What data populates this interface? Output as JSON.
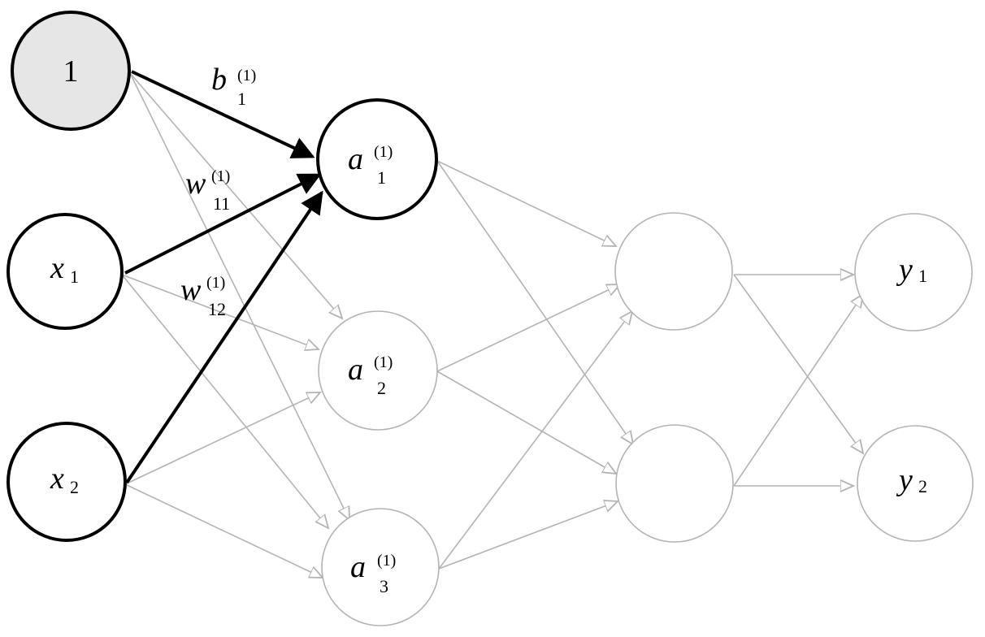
{
  "nodes": {
    "bias": {
      "label": "1"
    },
    "x1": {
      "label": "x",
      "sub": "1"
    },
    "x2": {
      "label": "x",
      "sub": "2"
    },
    "a1": {
      "label": "a",
      "sub": "1",
      "sup": "(1)"
    },
    "a2": {
      "label": "a",
      "sub": "2",
      "sup": "(1)"
    },
    "a3": {
      "label": "a",
      "sub": "3",
      "sup": "(1)"
    },
    "h1": {},
    "h2": {},
    "y1": {
      "label": "y",
      "sub": "1"
    },
    "y2": {
      "label": "y",
      "sub": "2"
    }
  },
  "edge_labels": {
    "b1": {
      "label": "b",
      "sub": "1",
      "sup": "(1)"
    },
    "w11": {
      "label": "w",
      "sub": "11",
      "sup": "(1)"
    },
    "w12": {
      "label": "w",
      "sub": "12",
      "sup": "(1)"
    }
  },
  "colors": {
    "highlight": "#000000",
    "faded": "#b3b3b3",
    "bias_fill": "#e6e6e6"
  }
}
